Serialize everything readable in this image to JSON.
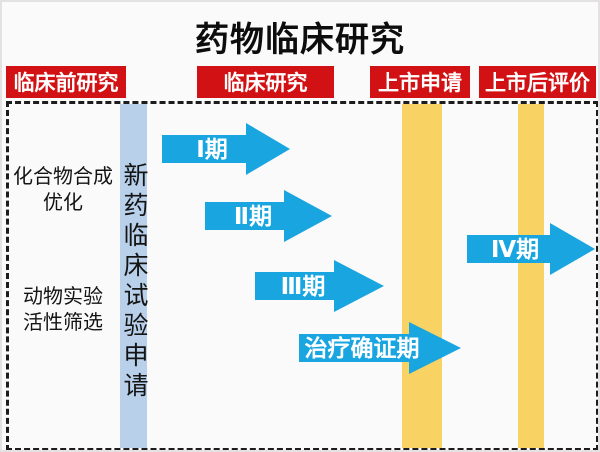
{
  "title": "药物临床研究",
  "colors": {
    "header_red": "#d21114",
    "arrow_blue": "#18a5e0",
    "ind_bar_blue": "#b8d0ea",
    "milestone_yellow": "#f8d262"
  },
  "stage_headers": [
    {
      "label": "临床前研究"
    },
    {
      "label": "临床研究"
    },
    {
      "label": "上市申请"
    },
    {
      "label": "上市后评价"
    }
  ],
  "preclinical_items": [
    {
      "label": "化合物合成\n优化"
    },
    {
      "label": "动物实验\n活性筛选"
    }
  ],
  "ind_bar": {
    "label": "新药临床试验申请"
  },
  "phases": [
    {
      "label": "Ⅰ期"
    },
    {
      "label": "Ⅱ期"
    },
    {
      "label": "Ⅲ期"
    },
    {
      "label": "治疗确证期"
    },
    {
      "label": "Ⅳ期"
    }
  ]
}
